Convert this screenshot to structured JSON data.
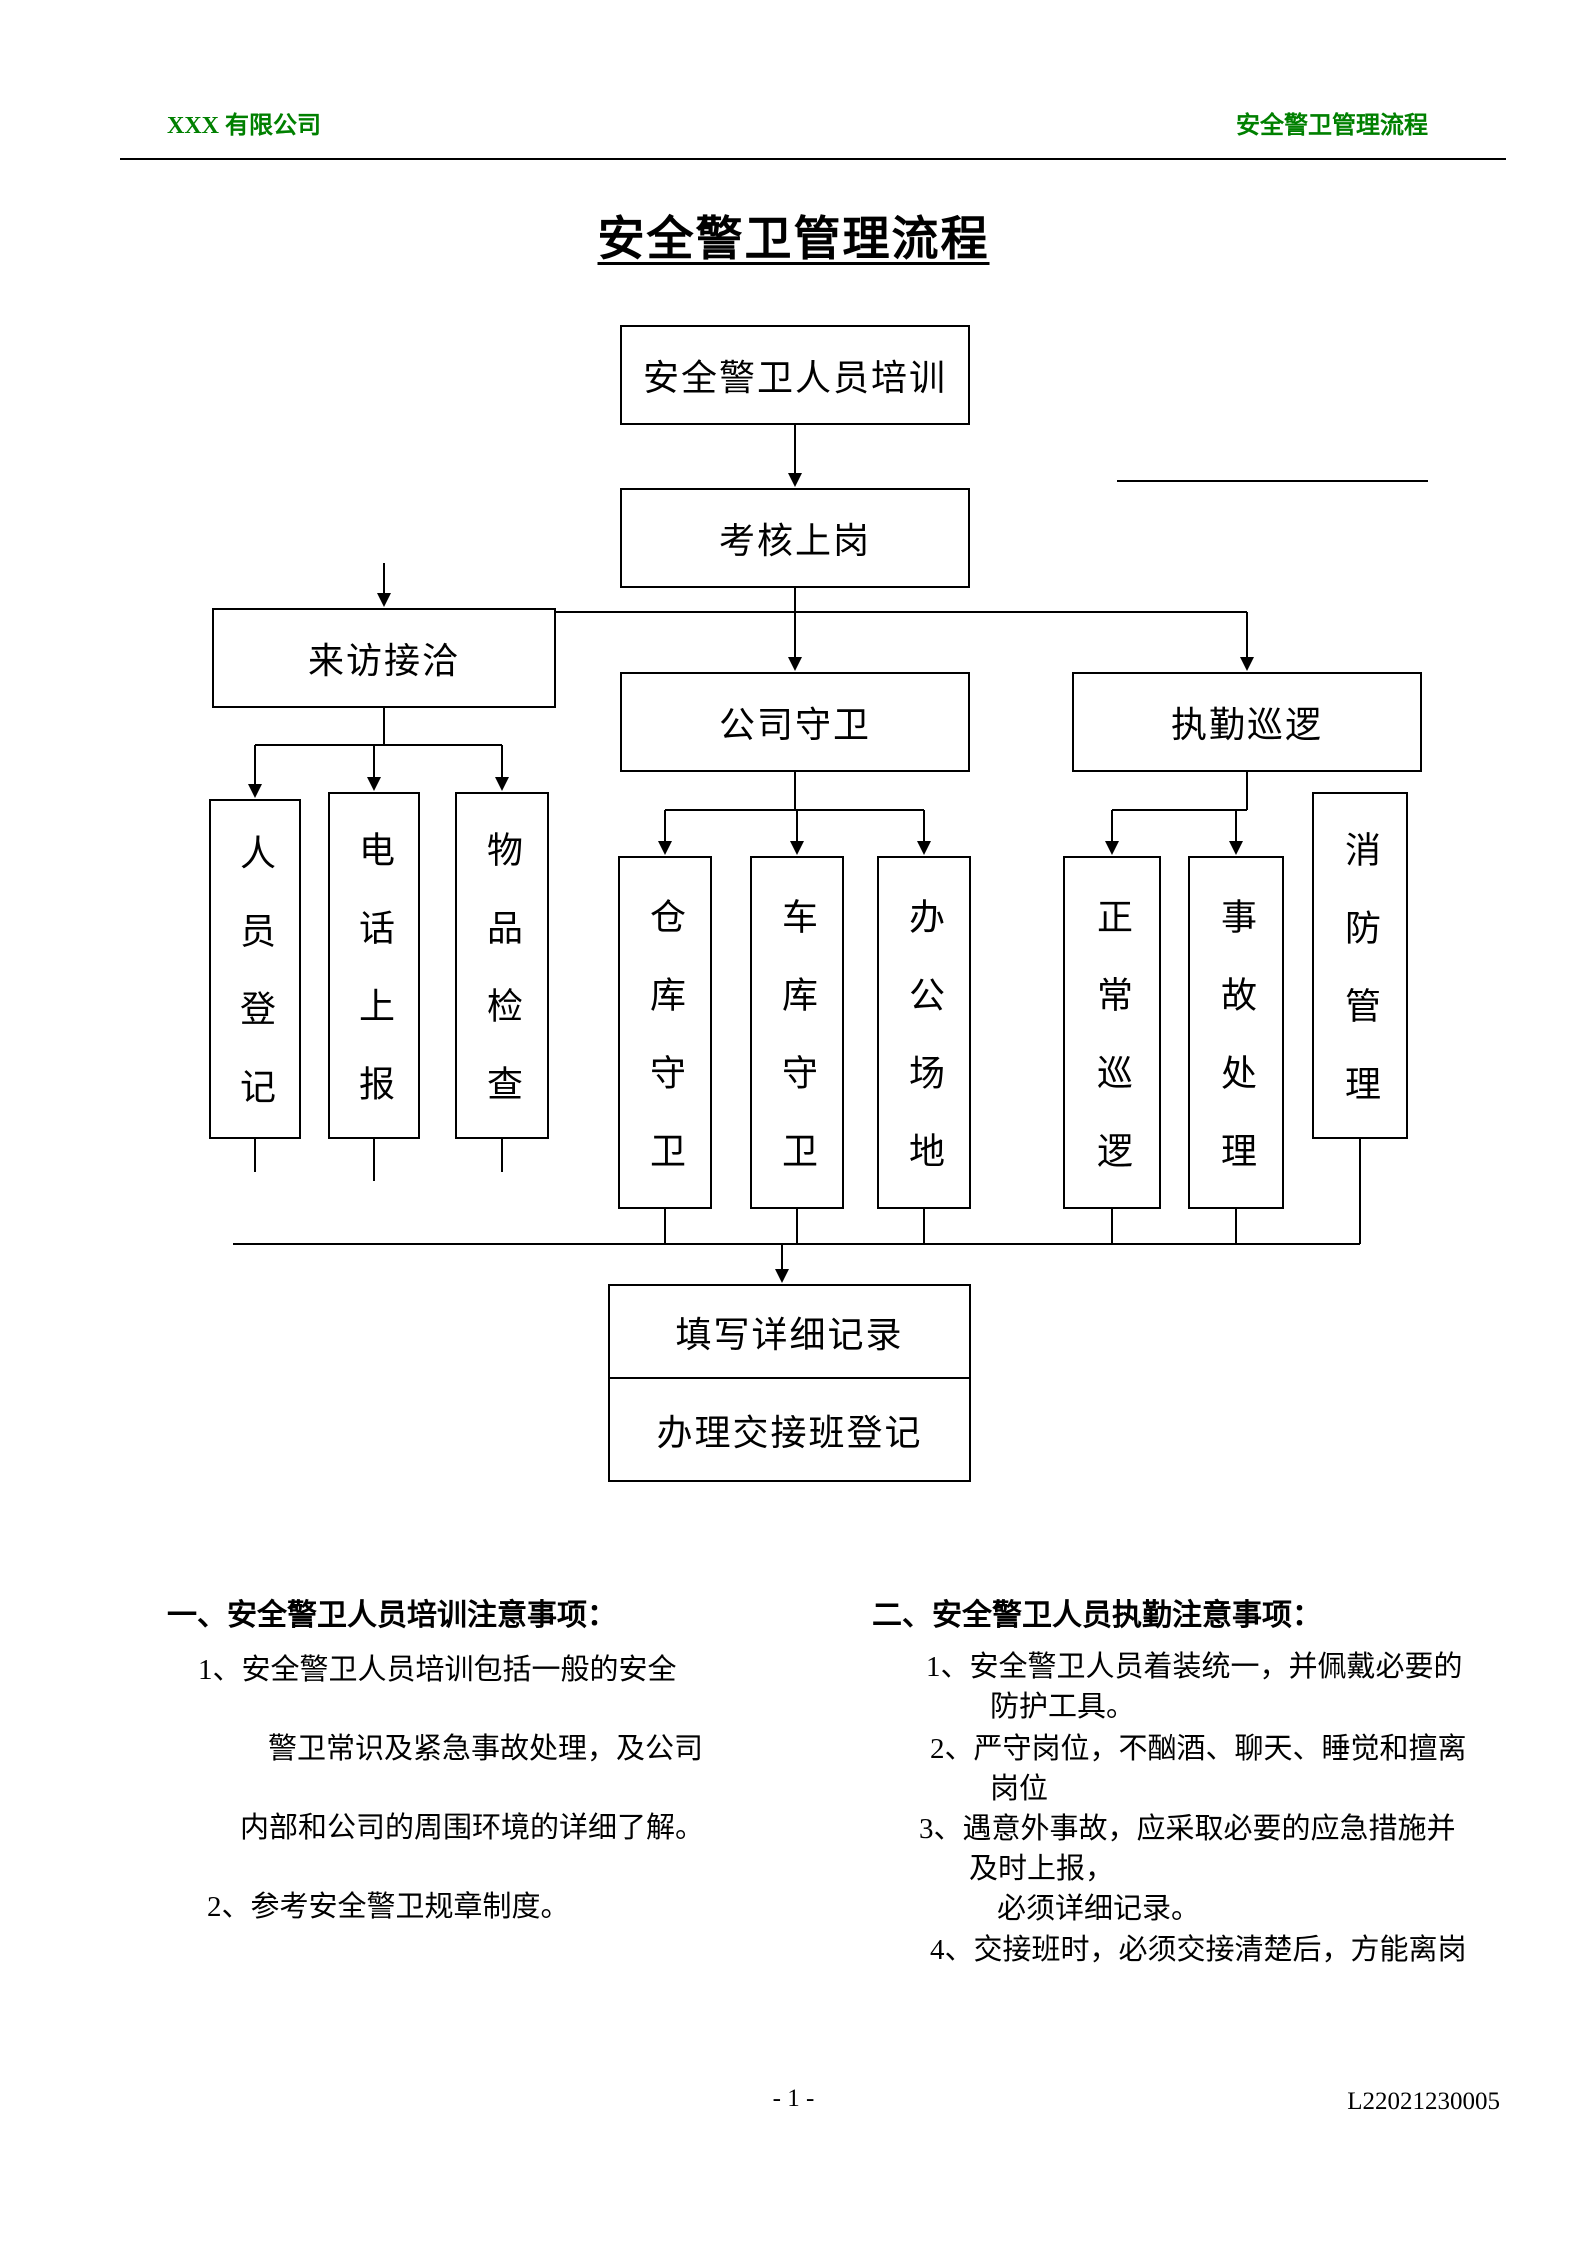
{
  "page": {
    "header": {
      "company": "XXX 有限公司",
      "doc_title": "安全警卫管理流程"
    },
    "title": "安全警卫管理流程",
    "footer": {
      "page_number": "- 1 -",
      "doc_code": "L22021230005"
    }
  },
  "flowchart": {
    "nodes": {
      "training": "安全警卫人员培训",
      "assessment": "考核上岗",
      "visitor": "来访接洽",
      "company_guard": "公司守卫",
      "patrol": "执勤巡逻",
      "personnel_reg": "人员登记",
      "phone_report": "电话上报",
      "item_check": "物品检查",
      "warehouse_guard": "仓库守卫",
      "garage_guard": "车库守卫",
      "office_area": "办公场地",
      "normal_patrol": "正常巡逻",
      "accident_handling": "事故处理",
      "fire_management": "消防管理",
      "record": "填写详细记录",
      "handover": "办理交接班登记"
    }
  },
  "notes": {
    "left": {
      "heading": "一、安全警卫人员培训注意事项：",
      "lines": [
        "1、安全警卫人员培训包括一般的安全",
        "警卫常识及紧急事故处理，及公司",
        "内部和公司的周围环境的详细了解。",
        "2、参考安全警卫规章制度。"
      ]
    },
    "right": {
      "heading": "二、安全警卫人员执勤注意事项：",
      "lines": [
        "1、安全警卫人员着装统一，并佩戴必要的",
        "防护工具。",
        "2、严守岗位，不酗酒、聊天、睡觉和擅离",
        "岗位",
        "3、遇意外事故，应采取必要的应急措施并",
        "及时上报，",
        "必须详细记录。",
        "4、交接班时，必须交接清楚后，方能离岗"
      ]
    }
  },
  "colors": {
    "header_green": "#008000",
    "line_black": "#000000"
  }
}
